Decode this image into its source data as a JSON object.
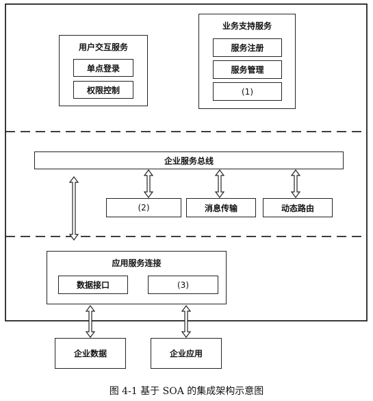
{
  "user_interaction": {
    "title": "用户交互服务",
    "items": [
      "单点登录",
      "权限控制"
    ]
  },
  "business_support": {
    "title": "业务支持服务",
    "items": [
      "服务注册",
      "服务管理",
      "(1)"
    ]
  },
  "esb": {
    "title": "企业服务总线",
    "items": [
      "(2)",
      "消息传输",
      "动态路由"
    ]
  },
  "app_connect": {
    "title": "应用服务连接",
    "items": [
      "数据接口",
      "(3)"
    ]
  },
  "external": [
    "企业数据",
    "企业应用"
  ],
  "caption": "图 4-1   基于 SOA 的集成架构示意图"
}
